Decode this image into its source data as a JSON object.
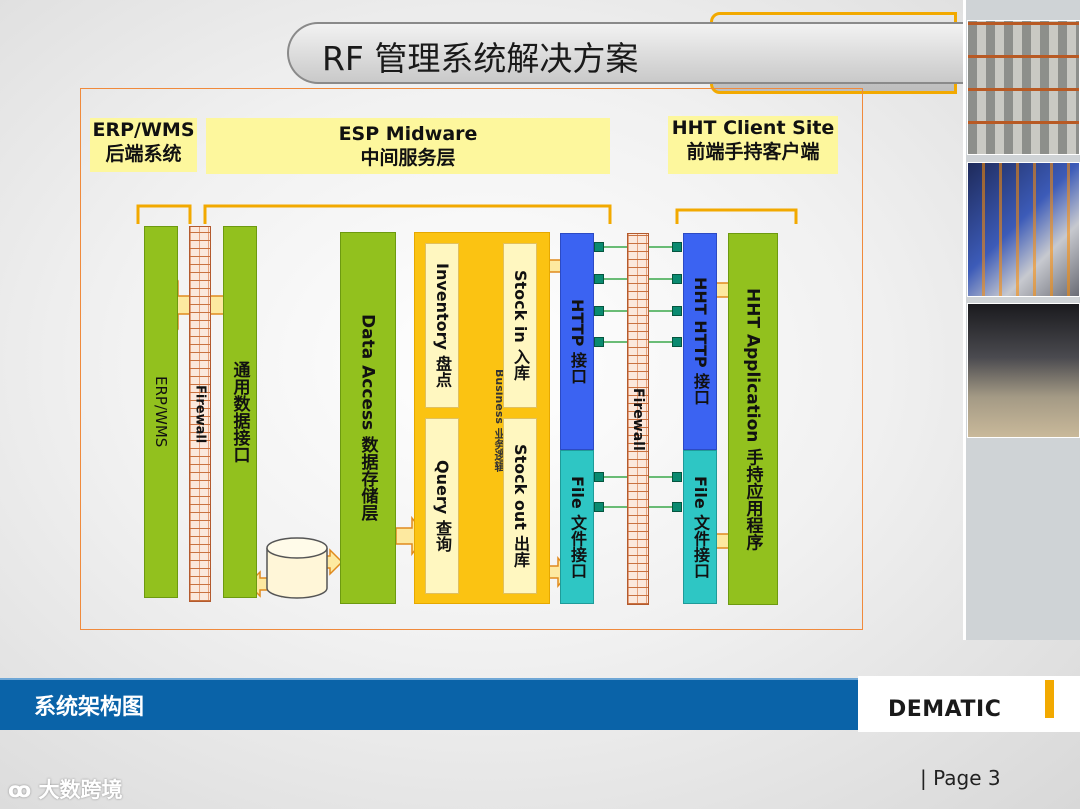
{
  "title": "RF 管理系统解决方案",
  "headers": {
    "erp_en": "ERP/WMS",
    "erp_cn": "后端系统",
    "esp_en": "ESP Midware",
    "esp_cn": "中间服务层",
    "hht_en": "HHT Client Site",
    "hht_cn": "前端手持客户端"
  },
  "columns": {
    "erp_wms": "ERP/WMS",
    "firewall_left": "Firewall",
    "common_interface": "通用数据接口",
    "data_access": "Data Access 数据存储层",
    "inventory": "Inventory 盘点",
    "query": "Query 查询",
    "business_logic": "Business 业务逻辑",
    "stock_in": "Stock in 入库",
    "stock_out": "Stock out 出库",
    "http_interface": "HTTP 接口",
    "file_interface": "File 文件接口",
    "firewall_right": "Firewall",
    "hht_http_interface": "HHT HTTP 接口",
    "hht_file_interface": "File 文件接口",
    "hht_application": "HHT Application 手持应用程序"
  },
  "footer": {
    "label": "系统架构图",
    "logo": "DEMATIC",
    "page": "|   Page   3"
  },
  "watermark": "大数跨境",
  "colors": {
    "green": "#92c11e",
    "orange": "#fbc312",
    "blue": "#3b63f2",
    "teal": "#2ec6c4",
    "footer_blue": "#0a63a8",
    "accent": "#f2a900"
  }
}
